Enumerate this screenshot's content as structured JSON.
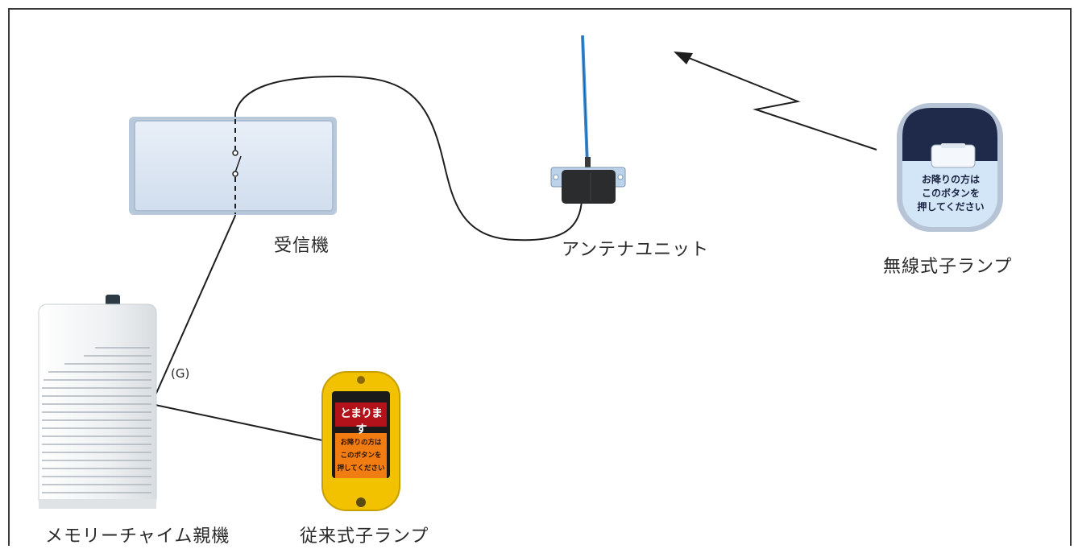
{
  "labels": {
    "receiver": "受信機",
    "antenna_unit": "アンテナユニット",
    "wireless_lamp": "無線式子ランプ",
    "chime_unit": "メモリーチャイム親機",
    "wired_lamp": "従来式子ランプ",
    "ground_mark": "(G)"
  },
  "wireless_lamp_face": {
    "line1": "お降りの方は",
    "line2": "このボタンを",
    "line3": "押してください"
  },
  "wired_lamp_face": {
    "banner": "とまります",
    "line1": "お降りの方は",
    "line2": "このボタンを",
    "line3": "押してください"
  },
  "colors": {
    "wire": "#1e1e1e",
    "receiver_face": "#dbe6f3",
    "antenna_body": "#2a2c2e",
    "antenna_rod": "#3a8fd8",
    "wireless_top": "#1f2a4a",
    "wireless_bottom": "#cfe3f7",
    "wired_shell": "#f2c200",
    "wired_banner": "#b3121a",
    "wired_panel": "#f07c12",
    "chime_body": "#f2f4f6"
  }
}
